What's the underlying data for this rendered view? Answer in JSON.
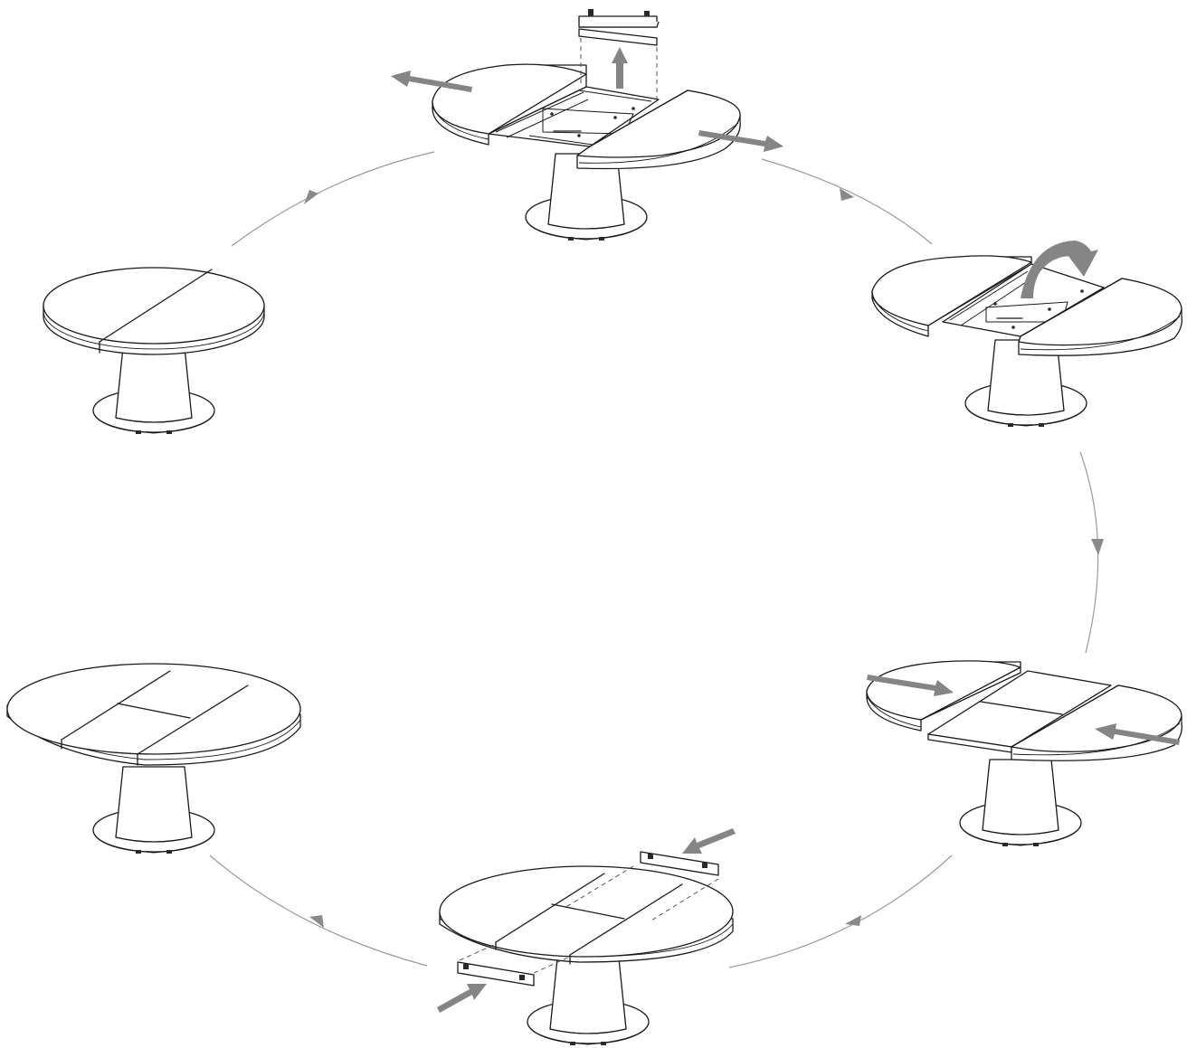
{
  "diagram": {
    "type": "table-extension-sequence",
    "steps": [
      {
        "id": "step-1",
        "state": "closed-round"
      },
      {
        "id": "step-2",
        "state": "pulled-apart-remove-leaf"
      },
      {
        "id": "step-3",
        "state": "unfold-leaf"
      },
      {
        "id": "step-4",
        "state": "insert-leaf-push-together"
      },
      {
        "id": "step-5",
        "state": "insert-apron-rails"
      },
      {
        "id": "step-6",
        "state": "extended-oval"
      }
    ],
    "colors": {
      "line": "#1a1a1a",
      "action-arrow": "#858585",
      "cycle-arrow": "#9a9a9a",
      "background": "#ffffff"
    }
  }
}
